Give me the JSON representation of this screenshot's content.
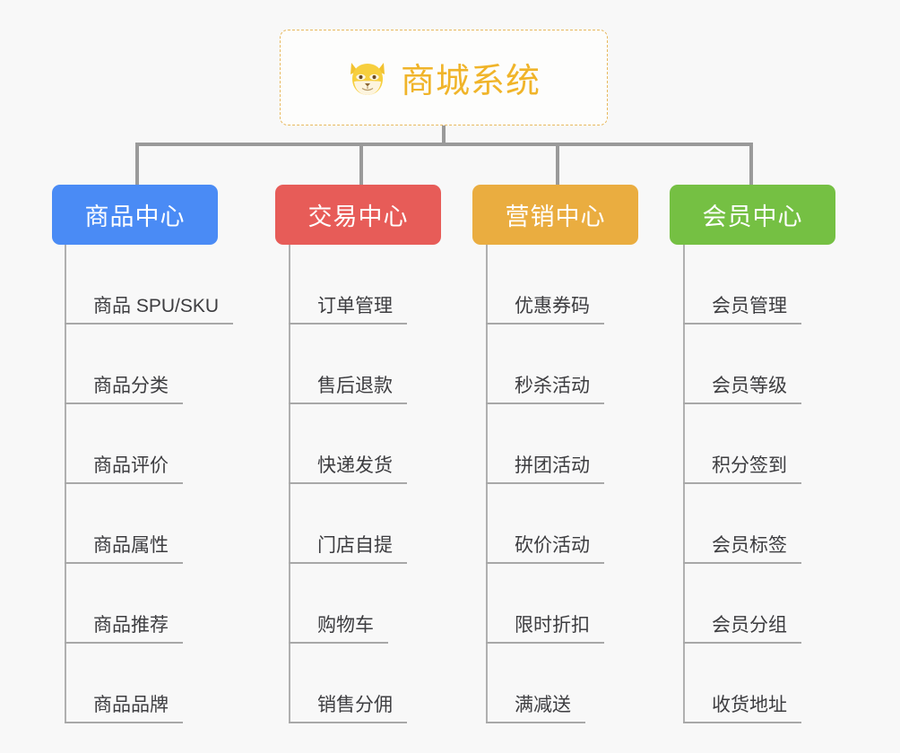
{
  "page": {
    "background_color": "#f8f8f8",
    "diagram_type": "mind-map",
    "title": "商城系统"
  },
  "root": {
    "label": "商城系统",
    "icon": "dog-face-icon",
    "emoji": "🐶",
    "text_color": "#f0b429",
    "border_color": "#e8b95e",
    "background_color": "#fdfdfc"
  },
  "connector": {
    "color": "#9a9a9a"
  },
  "branches": [
    {
      "label": "商品中心",
      "color": "#4a8bf5",
      "leaves": [
        {
          "label": "商品 SPU/SKU"
        },
        {
          "label": "商品分类"
        },
        {
          "label": "商品评价"
        },
        {
          "label": "商品属性"
        },
        {
          "label": "商品推荐"
        },
        {
          "label": "商品品牌"
        }
      ]
    },
    {
      "label": "交易中心",
      "color": "#e75c58",
      "leaves": [
        {
          "label": "订单管理"
        },
        {
          "label": "售后退款"
        },
        {
          "label": "快递发货"
        },
        {
          "label": "门店自提"
        },
        {
          "label": "购物车"
        },
        {
          "label": "销售分佣"
        }
      ]
    },
    {
      "label": "营销中心",
      "color": "#eaad40",
      "leaves": [
        {
          "label": "优惠券码"
        },
        {
          "label": "秒杀活动"
        },
        {
          "label": "拼团活动"
        },
        {
          "label": "砍价活动"
        },
        {
          "label": "限时折扣"
        },
        {
          "label": "满减送"
        }
      ]
    },
    {
      "label": "会员中心",
      "color": "#75c043",
      "leaves": [
        {
          "label": "会员管理"
        },
        {
          "label": "会员等级"
        },
        {
          "label": "积分签到"
        },
        {
          "label": "会员标签"
        },
        {
          "label": "会员分组"
        },
        {
          "label": "收货地址"
        }
      ]
    }
  ]
}
